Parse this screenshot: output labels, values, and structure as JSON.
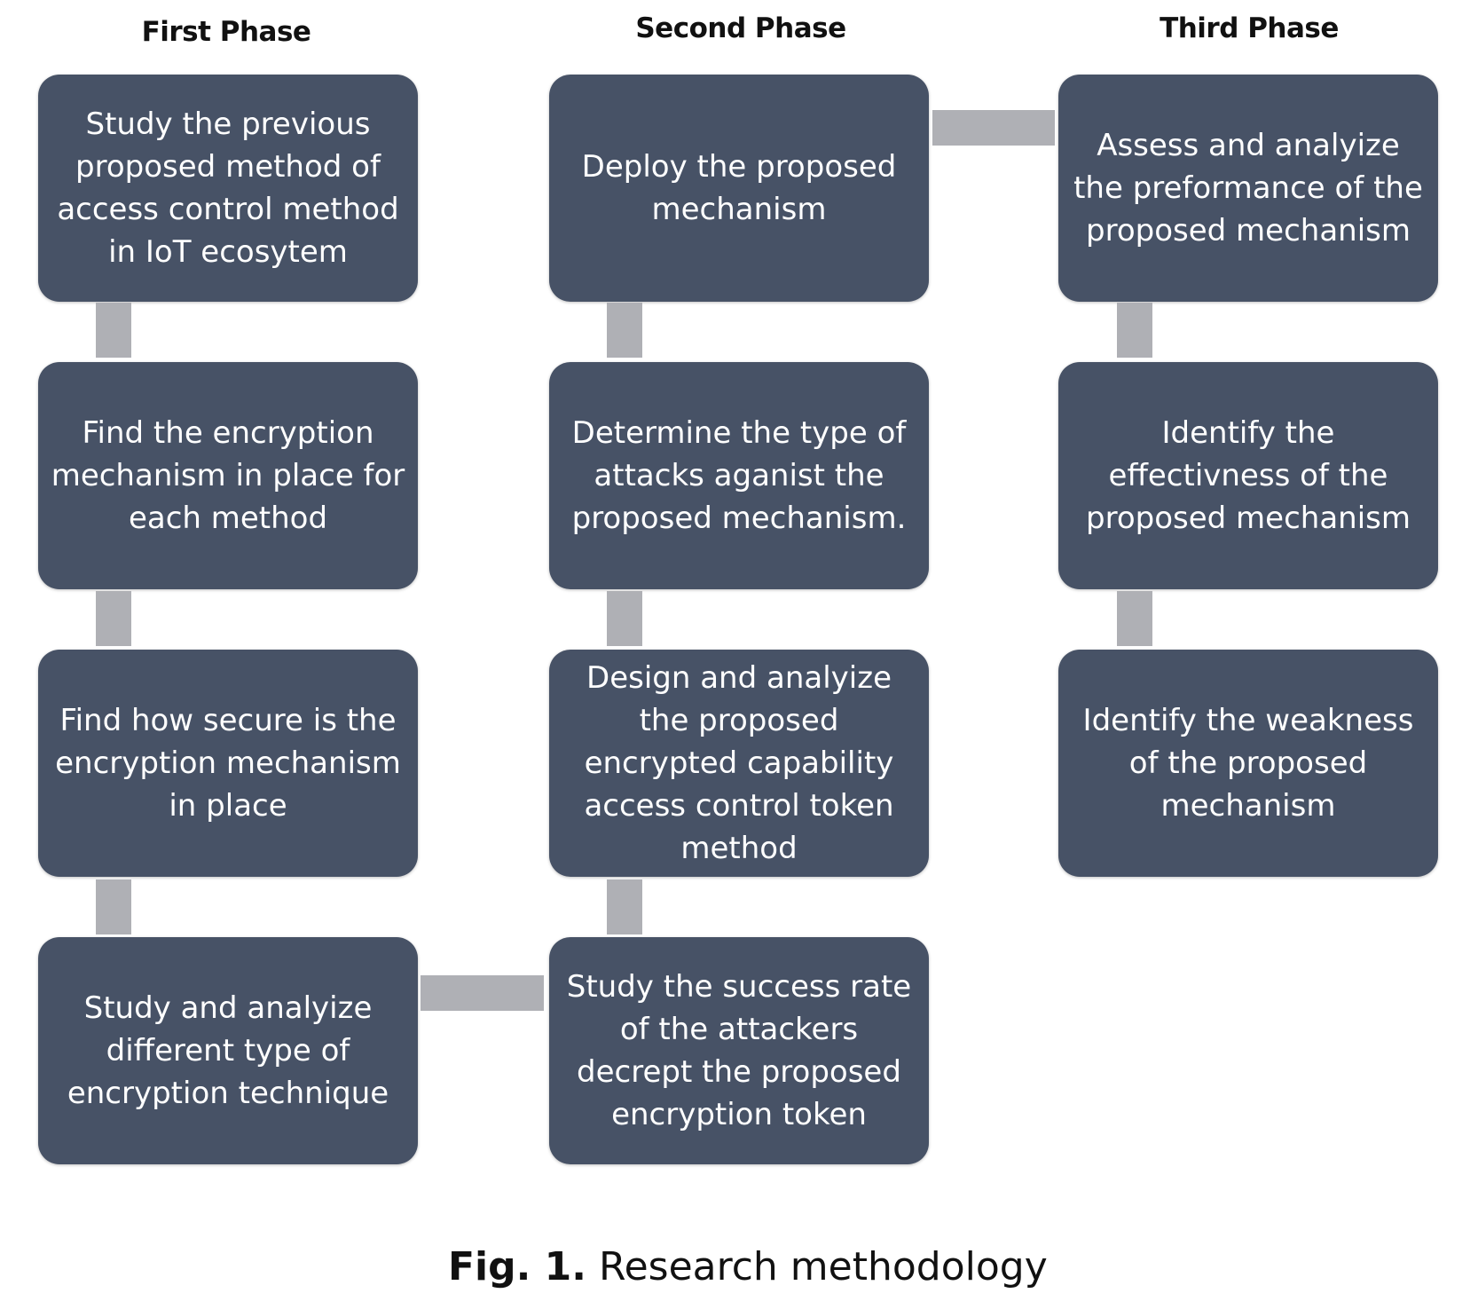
{
  "phases": [
    {
      "title": "First Phase",
      "steps": [
        "Study the previous proposed method of access control method in IoT ecosytem",
        "Find the encryption mechanism in place for each method",
        "Find how secure is the encryption mechanism in place",
        "Study and analyize different type of encryption technique"
      ]
    },
    {
      "title": "Second Phase",
      "steps": [
        "Deploy the proposed mechanism",
        "Determine the type of attacks aganist the proposed mechanism.",
        "Design and analyize the proposed encrypted capability access control token method",
        "Study the success rate of the attackers decrept the proposed encryption token"
      ]
    },
    {
      "title": "Third Phase",
      "steps": [
        "Assess and analyize the preformance of the proposed mechanism",
        "Identify the effectivness of the proposed mechanism",
        "Identify the weakness of the proposed mechanism"
      ]
    }
  ],
  "caption": {
    "label": "Fig. 1.",
    "text": " Research methodology"
  },
  "colors": {
    "box_fill": "#475266",
    "box_text": "#ffffff",
    "connector": "#afb0b5"
  }
}
